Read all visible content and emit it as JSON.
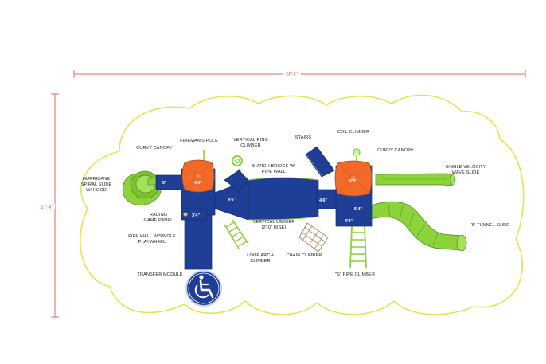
{
  "dimensions": {
    "width": "55'-1\"",
    "depth": "27'-4\""
  },
  "labels": {
    "hurricane_line1": "HURRICANE",
    "hurricane_line2": "SPIRAL SLIDE",
    "hurricane_line3": "W/ HOOD",
    "curvy_canopy_left": "CURVY CANOPY",
    "firemans_pole": "FIREMAN'S POLE",
    "vertical_ring_line1": "VERTICAL RING",
    "vertical_ring_line2": "CLIMBER",
    "arch_bridge_line1": "8' ARCH BRIDGE W/",
    "arch_bridge_line2": "PIPE WALL",
    "stairs": "STAIRS",
    "coil_climber": "COIL CLIMBER",
    "curvy_canopy_right": "CURVY CANOPY",
    "wave_slide_line1": "SINGLE VELOCITY",
    "wave_slide_line2": "WAVE SLIDE",
    "racing_line1": "RACING",
    "racing_line2": "GAME PANEL",
    "pipe_wall_line1": "PIPE WALL W/SINGLE",
    "pipe_wall_line2": "PLAYWHEEL",
    "vertical_ladder_line1": "VERTICAL LADDER",
    "vertical_ladder_line2": "(2'-0\" RISE)",
    "tunnel_slide": "'5' TUNNEL SLIDE",
    "loop_arch_line1": "LOOP ARCH",
    "loop_arch_line2": "CLIMBER",
    "chain_climber": "CHAIN CLIMBER",
    "transfer_module": "TRANSFER MODULE",
    "s_pipe_climber": "\"S\" PIPE CLIMBER"
  },
  "deck_heights": {
    "left_canopy": "4'0\"",
    "left_slide_deck": "5'",
    "left_center": "4'6\"",
    "left_lower": "3'4\"",
    "right_canopy": "6'0\"",
    "right_center": "4'6\"",
    "right_mid": "5'4\"",
    "right_lower": "4'8\""
  },
  "colors": {
    "deck": "#1e3f95",
    "canopy": "#f26a2a",
    "slide": "#8cd23a",
    "slide_dark": "#5ea82a",
    "fence_outline": "#e6e254",
    "dimension_line": "#e06a5a",
    "accessibility_badge": "#1e3f95"
  },
  "icons": {
    "accessibility": "wheelchair-icon"
  }
}
